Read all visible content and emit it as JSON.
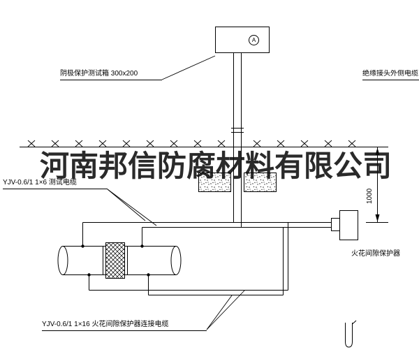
{
  "watermark": "河南邦信防腐材料有限公司",
  "labels": {
    "test_box": "阴极保护测试箱 300x200",
    "outer_cable": "绝缘接头外侧电缆",
    "test_cable": "YJV-0.6/1 1×6  测试电缆",
    "spark_gap_protector": "火花间隙保护器",
    "connection_cable": "YJV-0.6/1 1×16  火花间隙保护器连接电缆",
    "dimension_1000": "1000",
    "terminal_a": "A"
  },
  "colors": {
    "line": "#000000",
    "background": "#ffffff",
    "watermark_text": "#0d0d0d"
  },
  "icons": {
    "circled_a": "terminal-A-symbol",
    "ground_hatch": "x-mark-row",
    "concrete_block": "stipple-fill",
    "insulating_joint": "crosshatch-fill"
  }
}
